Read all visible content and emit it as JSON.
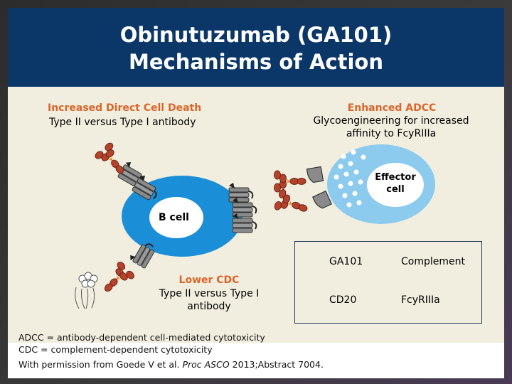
{
  "title": {
    "line1": "Obinutuzumab (GA101)",
    "line2": "Mechanisms of Action"
  },
  "labels": {
    "direct_death_heading": "Increased Direct Cell Death",
    "direct_death_sub": "Type II versus Type I antibody",
    "adcc_heading": "Enhanced ADCC",
    "adcc_sub_line1": "Glycoengineering for increased",
    "adcc_sub_line2": "affinity to FcyRIIIa",
    "cdc_heading": "Lower CDC",
    "cdc_sub_line1": "Type II versus Type I",
    "cdc_sub_line2": "antibody",
    "b_cell": "B cell",
    "effector_line1": "Effector",
    "effector_line2": "cell"
  },
  "legend": {
    "items": [
      {
        "label": "GA101",
        "icon": "antibody-icon"
      },
      {
        "label": "Complement",
        "icon": "complement-icon"
      },
      {
        "label": "CD20",
        "icon": "cd20-icon"
      },
      {
        "label": "FcyRIIIa",
        "icon": "fc-receptor-icon"
      }
    ]
  },
  "footnotes": {
    "adcc_def": "ADCC = antibody-dependent cell-mediated cytotoxicity",
    "cdc_def": "CDC = complement-dependent cytotoxicity",
    "citation_prefix": "With permission from Goede V et al. ",
    "citation_journal": "Proc ASCO",
    "citation_suffix": " 2013;Abstract 7004."
  },
  "colors": {
    "title_bg": "#0b3768",
    "panel_bg": "#f1eedf",
    "accent_orange": "#d9662b",
    "b_cell_blue": "#1a8fd8",
    "effector_blue": "#8ccbee",
    "antibody_red": "#b5432b",
    "receptor_gray": "#8a8a8a"
  }
}
